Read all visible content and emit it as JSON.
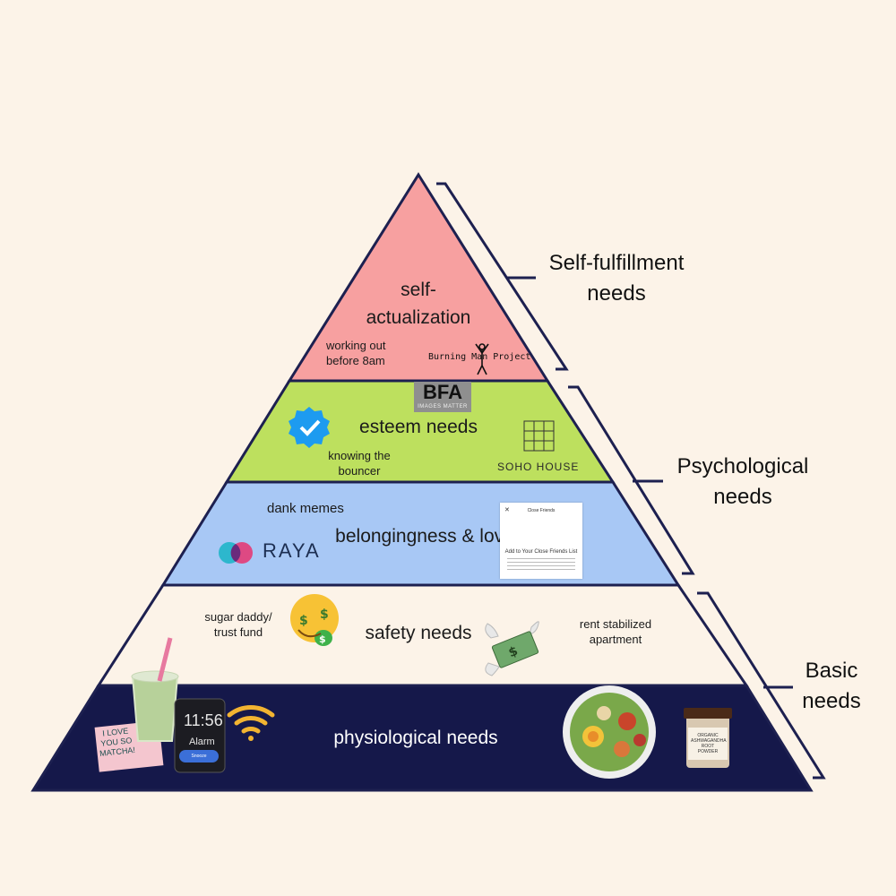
{
  "tiers": [
    {
      "key": "self_actualization",
      "label": "self-\nactualization",
      "color": "#f7a0a0"
    },
    {
      "key": "esteem",
      "label": "esteem needs",
      "color": "#bde05e"
    },
    {
      "key": "belonging",
      "label": "belongingness & love",
      "color": "#a8c8f5"
    },
    {
      "key": "safety",
      "label": "safety needs",
      "color": "#fcf3e8"
    },
    {
      "key": "physiological",
      "label": "physiological needs",
      "color": "#15184a"
    }
  ],
  "annotations": {
    "working_out": "working out\nbefore 8am",
    "knowing_bouncer": "knowing the\nbouncer",
    "dank_memes": "dank memes",
    "sugar_daddy": "sugar daddy/\ntrust fund",
    "rent_stabilized": "rent stabilized\napartment"
  },
  "groups": {
    "self_fulfillment": "Self-fulfillment\nneeds",
    "psychological": "Psychological\nneeds",
    "basic": "Basic\nneeds"
  },
  "logos": {
    "burning_man": "Burning Man Project",
    "bfa_main": "BFA",
    "bfa_sub": "IMAGES MATTER",
    "soho_house": "SOHO HOUSE",
    "raya": "RAYA",
    "close_friends_title": "Close Friends",
    "close_friends_add": "Add to Your Close Friends List",
    "napkin_text": "I LOVE\nYOU SO\nMATCHA!",
    "phone_time": "11:56",
    "phone_alarm": "Alarm",
    "phone_snooze": "Snooze",
    "jar_label": "ORGANIC\nASHWAGANDHA\nROOT POWDER"
  },
  "icons": [
    "verified-badge-icon",
    "wifi-icon",
    "money-mouth-emoji-icon",
    "flying-money-icon",
    "star-icon",
    "matcha-drink-icon",
    "salad-bowl-icon",
    "supplement-jar-icon"
  ],
  "colors": {
    "background": "#fcf3e8",
    "tier_border": "#1d2050",
    "bracket": "#1d2050",
    "verified_blue": "#1d9bf0"
  }
}
